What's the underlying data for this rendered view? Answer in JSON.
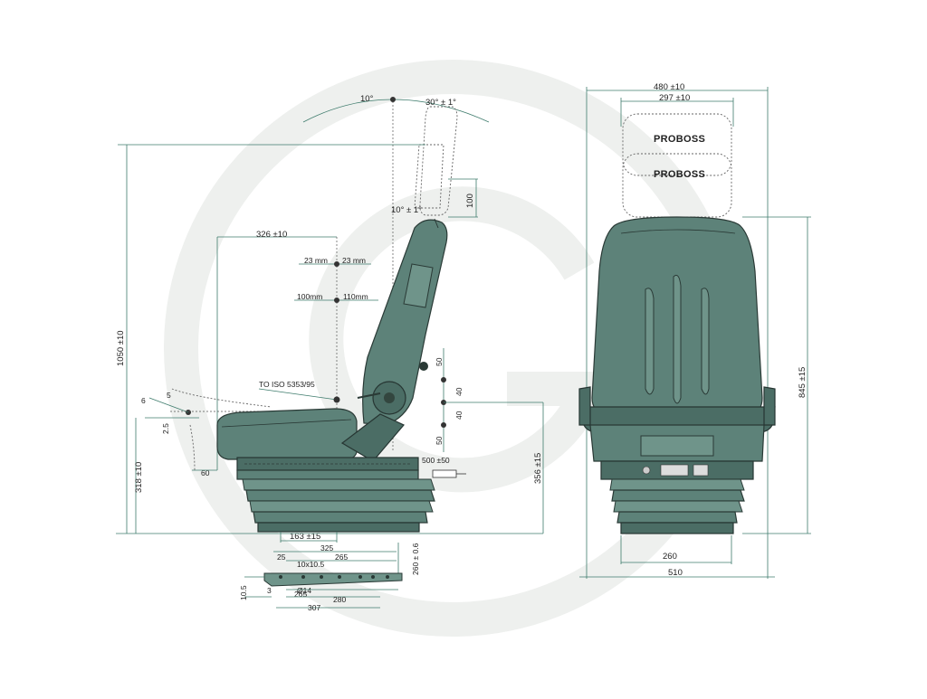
{
  "watermark": {
    "letter": "G"
  },
  "side_view": {
    "angle_10": "10°",
    "angle_30": "30° ± 1°",
    "angle_10b": "10° ± 1°",
    "headrest_travel": "100",
    "depth_326": "326 ±10",
    "lumbar_23_left": "23 mm",
    "lumbar_23_right": "23 mm",
    "lumbar_100": "100mm",
    "lumbar_110": "110mm",
    "iso": "TO ISO 5353/95",
    "height_1050": "1050 ±10",
    "tilt_6": "6",
    "tilt_5": "5",
    "tilt_25": "2.5",
    "height_318": "318 ±10",
    "cushion_60": "60",
    "adj_50_top": "50",
    "adj_40_top": "40",
    "adj_40_bottom": "40",
    "adj_50_bottom": "50",
    "stroke_500": "500 ±50",
    "height_356": "356 ±15",
    "slide_163": "163 ±15"
  },
  "base_plate": {
    "d325": "325",
    "d25": "25",
    "d265_top": "265",
    "d10x105": "10x10.5",
    "d260": "260 ± 0.6",
    "d105": "10.5",
    "d3": "3",
    "d14": "Ø14",
    "d265_bottom": "265",
    "d280": "280",
    "d307": "307"
  },
  "front_view": {
    "width_480": "480 ±10",
    "width_297": "297 ±10",
    "brand_top": "PROBOSS",
    "brand_bottom": "PROBOSS",
    "height_845": "845 ±15",
    "width_260": "260",
    "width_510": "510"
  }
}
